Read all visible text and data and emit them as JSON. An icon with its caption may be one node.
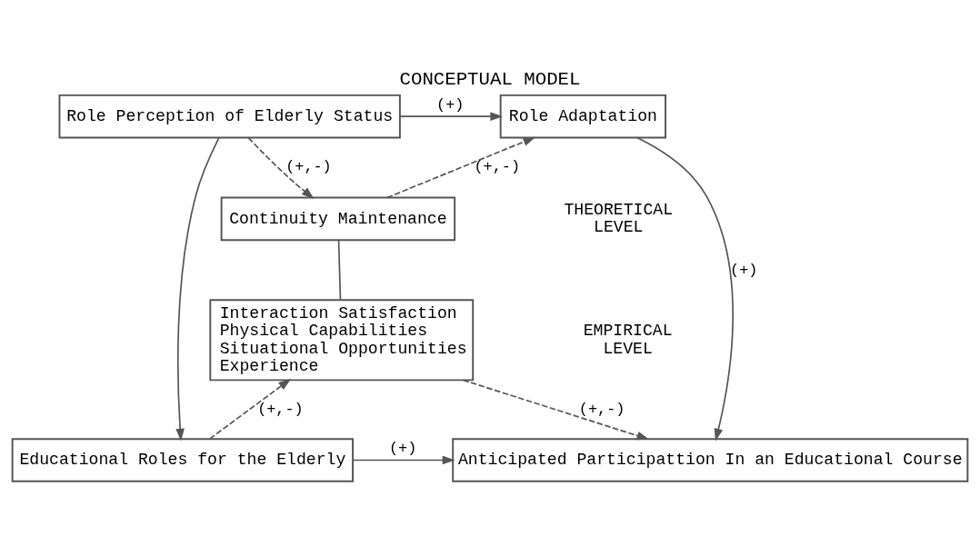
{
  "diagram": {
    "title": "CONCEPTUAL MODEL",
    "nodes": [
      {
        "text": [
          "Role Perception of Elderly Status"
        ]
      },
      {
        "text": [
          "Role Adaptation"
        ]
      },
      {
        "text": [
          "Continuity Maintenance"
        ]
      },
      {
        "text": [
          "Interaction Satisfaction",
          "Physical Capabilities",
          "Situational Opportunities",
          "Experience"
        ]
      },
      {
        "text": [
          "Educational Roles for the Elderly"
        ]
      },
      {
        "text": [
          "Anticipated Participattion In an Educational Course"
        ]
      }
    ],
    "edges": [
      {
        "from": 0,
        "to": 1,
        "arrow": "to",
        "label": "(+)"
      },
      {
        "from": 0,
        "to": 2,
        "arrow": "to",
        "label": "(+,-)",
        "style": "dashed"
      },
      {
        "from": 2,
        "to": 1,
        "arrow": "to",
        "label": "(+,-)",
        "style": "dashed"
      },
      {
        "from": 2,
        "to": 3,
        "arrow": "none"
      },
      {
        "from": 0,
        "to": 4,
        "arrow": "to"
      },
      {
        "from": 1,
        "to": 5,
        "arrow": "to",
        "label": "(+)"
      },
      {
        "from": 4,
        "to": 3,
        "arrow": "to",
        "label": "(+,-)",
        "style": "dashed"
      },
      {
        "from": 3,
        "to": 5,
        "arrow": "to",
        "label": "(+,-)",
        "style": "dashed"
      },
      {
        "from": 4,
        "to": 5,
        "arrow": "to",
        "label": "(+)"
      }
    ],
    "labels": [
      "THEORETICAL LEVEL",
      "EMPIRICAL LEVEL"
    ]
  }
}
